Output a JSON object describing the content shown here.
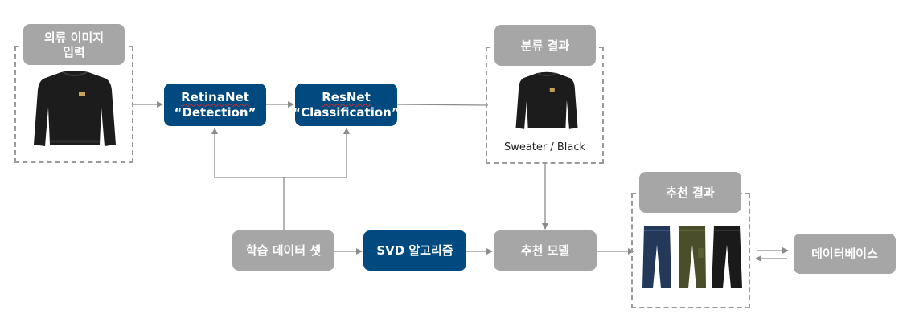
{
  "input": {
    "label_line1": "의류 이미지",
    "label_line2": "입력"
  },
  "retinanet": {
    "line1": "RetinaNet",
    "line2": "“Detection”"
  },
  "resnet": {
    "line1": "ResNet",
    "line2": "“Classification”"
  },
  "classification_result": {
    "label": "분류 결과",
    "caption": "Sweater / Black"
  },
  "training_data": {
    "label": "학습 데이터 셋"
  },
  "svd": {
    "label": "SVD 알고리즘"
  },
  "recommend_model": {
    "label": "추천 모델"
  },
  "recommend_result": {
    "label": "추천 결과"
  },
  "database": {
    "label": "데이터베이스"
  },
  "colors": {
    "navy": "#004a80",
    "gray": "#a6a6a6",
    "line": "#8c8c8c",
    "dash": "#9a9a9a"
  },
  "icons": {
    "sweater": "sweater-icon",
    "pants": "pants-icon"
  }
}
